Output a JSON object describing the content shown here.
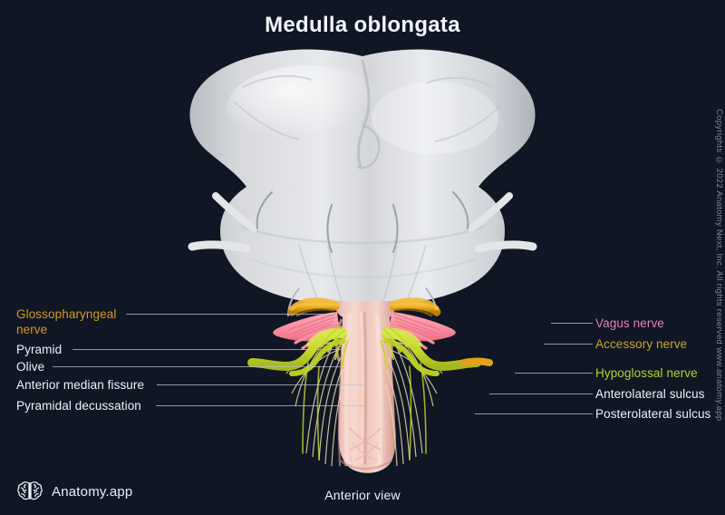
{
  "page": {
    "title": "Medulla oblongata",
    "caption": "Anterior  view",
    "background_color": "#101624",
    "copyright": "Copyrights © 2022 Anatomy Next, Inc. All rights reserved www.anatomy.app"
  },
  "logo": {
    "icon": "brain-icon",
    "text": "Anatomy.app"
  },
  "labels": {
    "left": [
      {
        "id": "glossopharyngeal-nerve",
        "text_line1": "Glossopharyngeal",
        "text_line2": "nerve",
        "color": "#d39a24",
        "two_line": true
      },
      {
        "id": "pyramid",
        "text_line1": "Pyramid",
        "text_line2": "",
        "color": "#eef2f8",
        "two_line": false
      },
      {
        "id": "olive",
        "text_line1": "Olive",
        "text_line2": "",
        "color": "#eef2f8",
        "two_line": false
      },
      {
        "id": "anterior-median-fissure",
        "text_line1": "Anterior median fissure",
        "text_line2": "",
        "color": "#eef2f8",
        "two_line": false
      },
      {
        "id": "pyramidal-decussation",
        "text_line1": "Pyramidal decussation",
        "text_line2": "",
        "color": "#eef2f8",
        "two_line": false
      }
    ],
    "right": [
      {
        "id": "vagus-nerve",
        "text": "Vagus nerve",
        "color": "#e87fb9"
      },
      {
        "id": "accessory-nerve",
        "text": "Accessory nerve",
        "color": "#c9a531"
      },
      {
        "id": "hypoglossal-nerve",
        "text": "Hypoglossal nerve",
        "color": "#b4d335"
      },
      {
        "id": "anterolateral-sulcus",
        "text": "Anterolateral sulcus",
        "color": "#eef2f8"
      },
      {
        "id": "posterolateral-sulcus",
        "text": "Posterolateral sulcus",
        "color": "#eef2f8"
      }
    ]
  },
  "anatomy": {
    "structures": [
      {
        "name": "pons",
        "color": "#d2d4d8"
      },
      {
        "name": "medulla-oblongata",
        "color": "#efc4bd"
      },
      {
        "name": "vagus-nerve-rootlets",
        "color": "#f98fa5"
      },
      {
        "name": "glossopharyngeal-nerve-band",
        "color": "#e3a11c"
      },
      {
        "name": "accessory-nerve-band",
        "color": "#e3a11c"
      },
      {
        "name": "hypoglossal-nerve",
        "color": "#c6d92c"
      },
      {
        "name": "spinal-nerve-fibers",
        "color": "#e6d9a8"
      }
    ]
  }
}
